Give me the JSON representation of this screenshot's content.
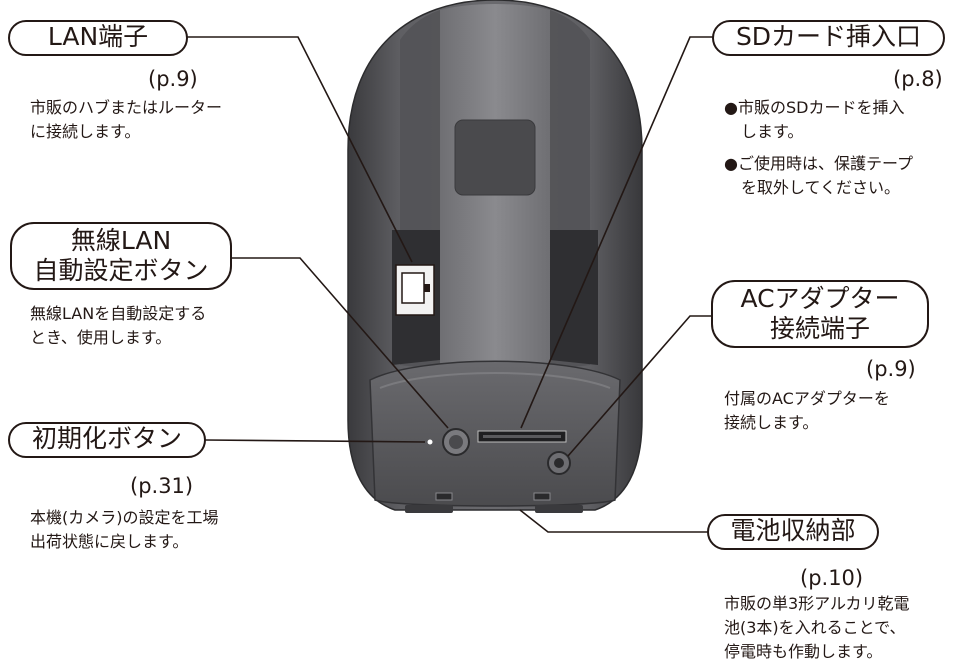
{
  "lan": {
    "title": "LAN端子",
    "ref": "(p.9)",
    "desc": [
      "市販のハブまたはルーター",
      "に接続します。"
    ]
  },
  "wps": {
    "title_lines": [
      "無線LAN",
      "自動設定ボタン"
    ],
    "desc": [
      "無線LANを自動設定する",
      "とき、使用します。"
    ]
  },
  "reset": {
    "title": "初期化ボタン",
    "ref": "(p.31)",
    "desc": [
      "本機(カメラ)の設定を工場",
      "出荷状態に戻します。"
    ]
  },
  "sd": {
    "title": "SDカード挿入口",
    "ref": "(p.8)",
    "bullets": [
      [
        "●市販のSDカードを挿入",
        "します。"
      ],
      [
        "●ご使用時は、保護テープ",
        "を取外してください。"
      ]
    ]
  },
  "ac": {
    "title_lines": [
      "ACアダプター",
      "接続端子"
    ],
    "ref": "(p.9)",
    "desc": [
      "付属のACアダプターを",
      "接続します。"
    ]
  },
  "battery": {
    "title": "電池収納部",
    "ref": "(p.10)",
    "desc": [
      "市販の単3形アルカリ乾電",
      "池(3本)を入れることで、",
      "停電時も作動します。"
    ]
  },
  "colors": {
    "text": "#231815",
    "camera_body": "#5c5c5f",
    "camera_shade": "#3d3d40",
    "camera_highlight": "#8e8e92"
  }
}
